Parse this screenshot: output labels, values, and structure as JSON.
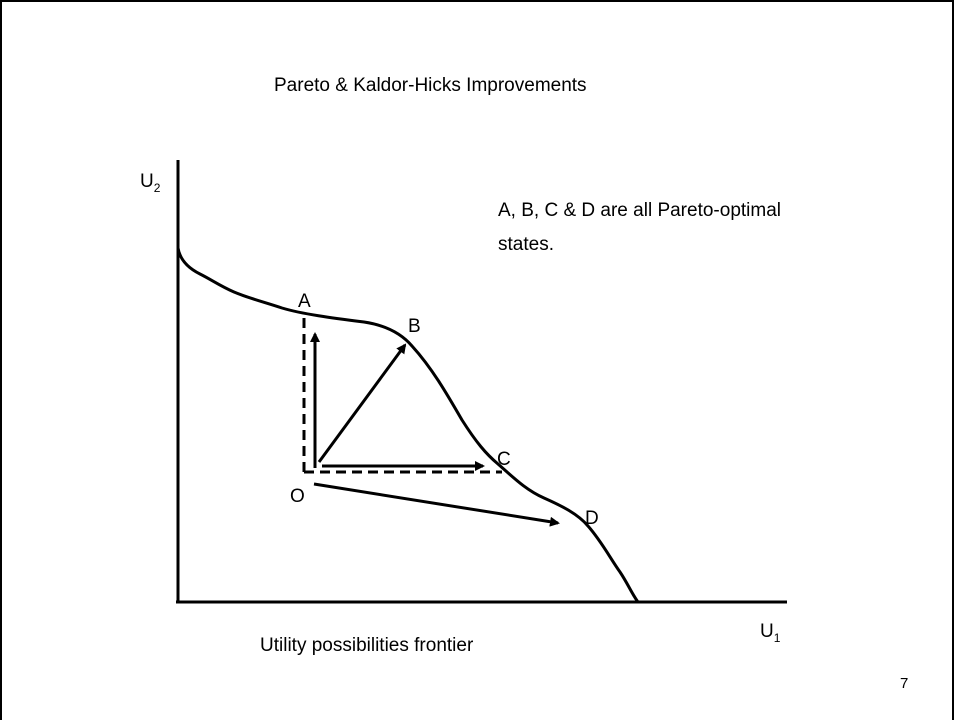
{
  "title": "Pareto & Kaldor-Hicks Improvements",
  "note": "A, B, C & D are all Pareto-optimal states.",
  "caption": "Utility possibilities frontier",
  "page_number": "7",
  "axes": {
    "y": {
      "label": "U",
      "subscript": "2"
    },
    "x": {
      "label": "U",
      "subscript": "1"
    }
  },
  "points": {
    "A": "A",
    "B": "B",
    "C": "C",
    "D": "D",
    "O": "O"
  },
  "colors": {
    "ink": "#000000",
    "background": "#ffffff"
  }
}
